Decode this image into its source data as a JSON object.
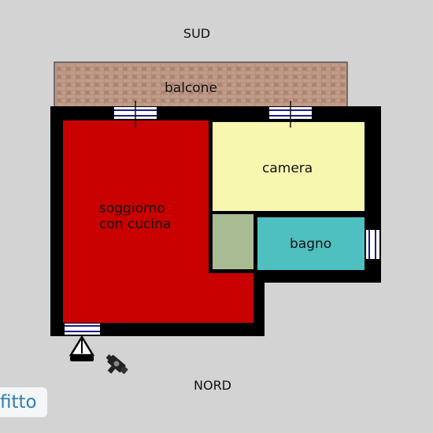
{
  "compass": {
    "south": "SUD",
    "north": "NORD"
  },
  "rooms": {
    "balcony": "balcone",
    "bedroom": "camera",
    "living_line1": "soggiorno",
    "living_line2": "con cucina",
    "bathroom": "bagno"
  },
  "logo": "fitto",
  "colors": {
    "background": "#d3d3d3",
    "wall": "#000000",
    "living": "#c80000",
    "bedroom": "#f7f7b0",
    "bathroom": "#4fc0c0",
    "closet": "#a8bb93",
    "balcony": "#b38d7b",
    "window": "#1c1c8a",
    "logo_text": "#2e7fb5"
  },
  "icons": [
    "compass-icon",
    "camera-icon"
  ]
}
